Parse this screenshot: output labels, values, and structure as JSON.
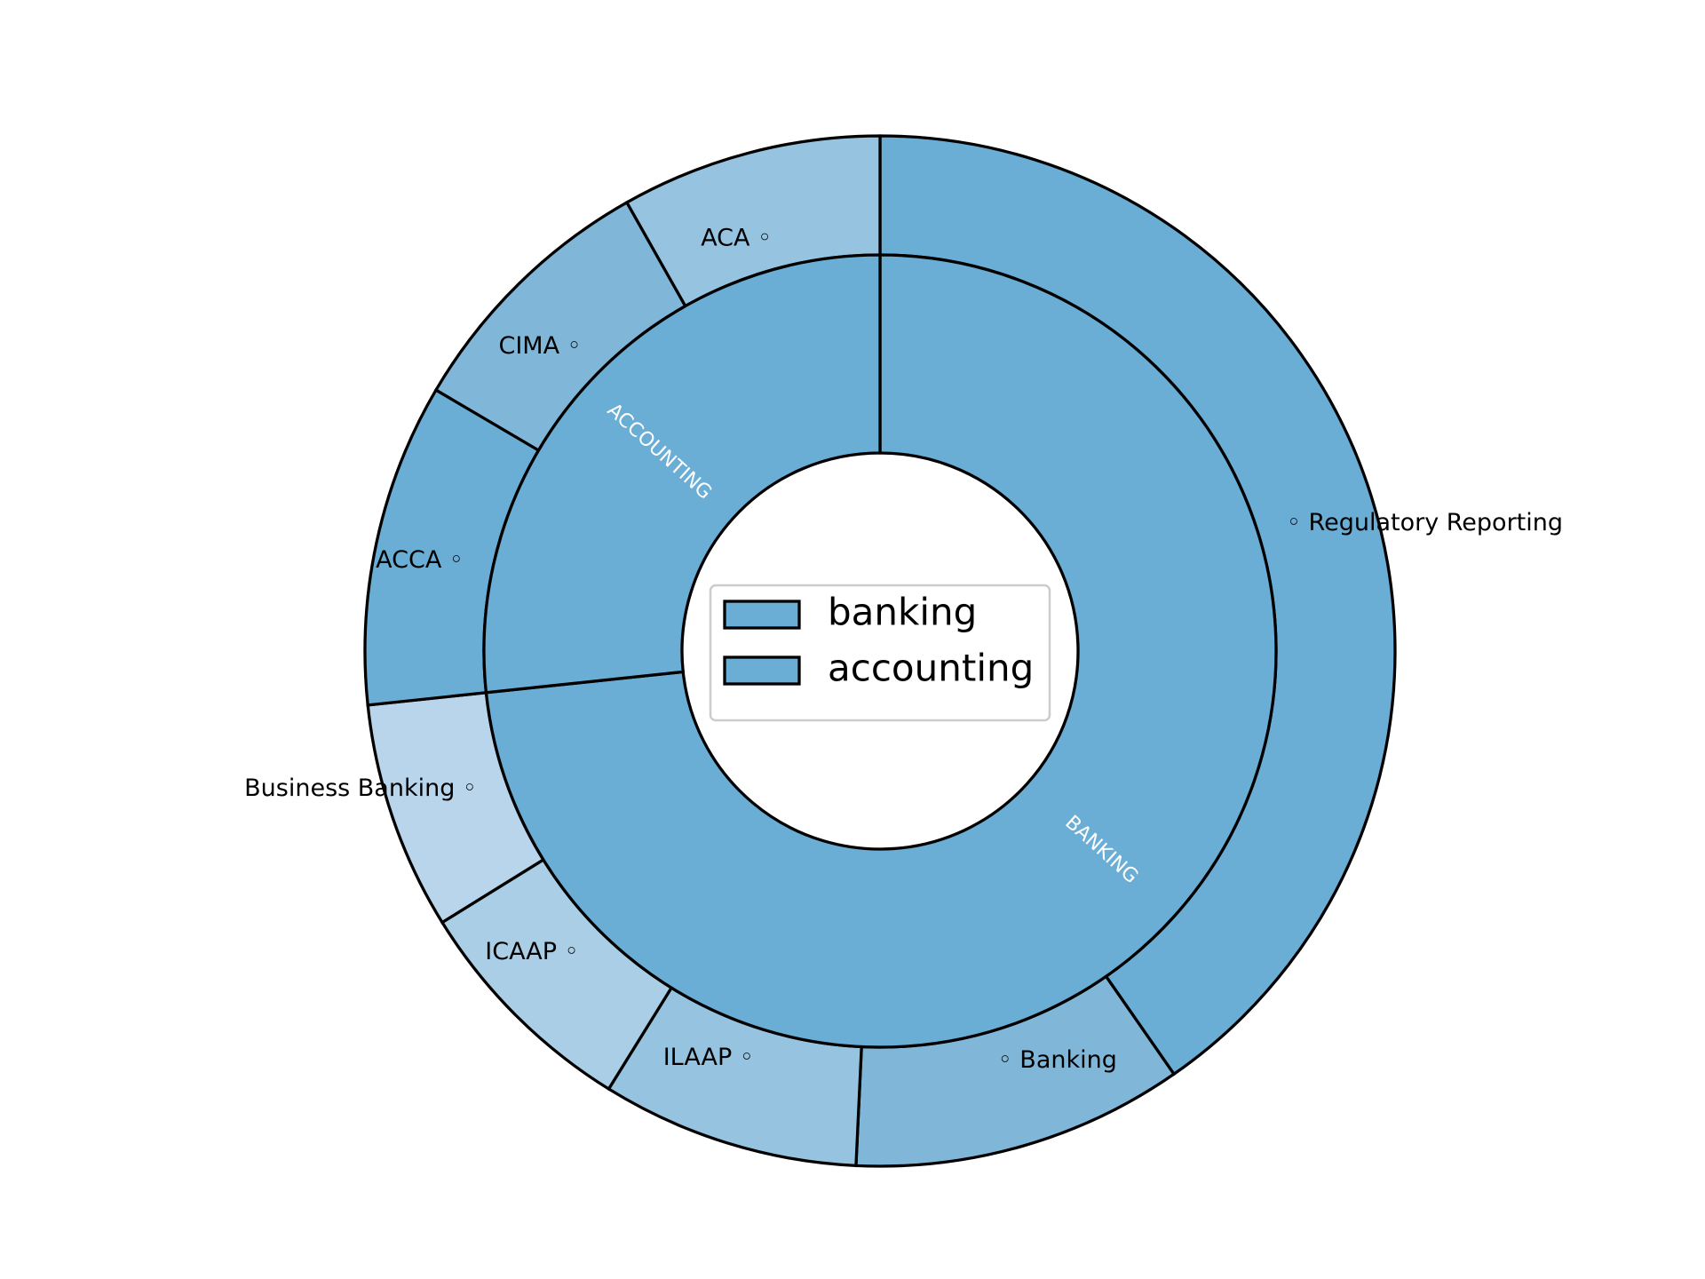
{
  "chart_data": {
    "type": "pie",
    "subtype": "nested-donut",
    "inner_ring": [
      {
        "name": "BANKING",
        "value": 78.9
      },
      {
        "name": "ACCOUNTING",
        "value": 28.7
      }
    ],
    "outer_ring": [
      {
        "label": "Regulatory Reporting",
        "group": "BANKING",
        "value": 43.4,
        "color": "#6aadd5"
      },
      {
        "label": "Banking",
        "group": "BANKING",
        "value": 11.2,
        "color": "#80b7d8"
      },
      {
        "label": "ILAAP",
        "group": "BANKING",
        "value": 8.7,
        "color": "#96c4e0"
      },
      {
        "label": "ICAAP",
        "group": "BANKING",
        "value": 7.9,
        "color": "#a9cee5"
      },
      {
        "label": "Business Banking",
        "group": "BANKING",
        "value": 7.7,
        "color": "#b9d5eb"
      },
      {
        "label": "ACCA",
        "group": "ACCOUNTING",
        "value": 10.9,
        "color": "#6aadd5"
      },
      {
        "label": "CIMA",
        "group": "ACCOUNTING",
        "value": 9.0,
        "color": "#80b7d8"
      },
      {
        "label": "ACA",
        "group": "ACCOUNTING",
        "value": 8.8,
        "color": "#96c4e0"
      }
    ],
    "legend": {
      "entries": [
        "banking",
        "accounting"
      ],
      "placement": "center",
      "swatch_color": "#6aadd5"
    },
    "inner_color": "#6aadd5",
    "label_marker": "◦",
    "start_angle_deg": 90,
    "direction": "clockwise"
  }
}
